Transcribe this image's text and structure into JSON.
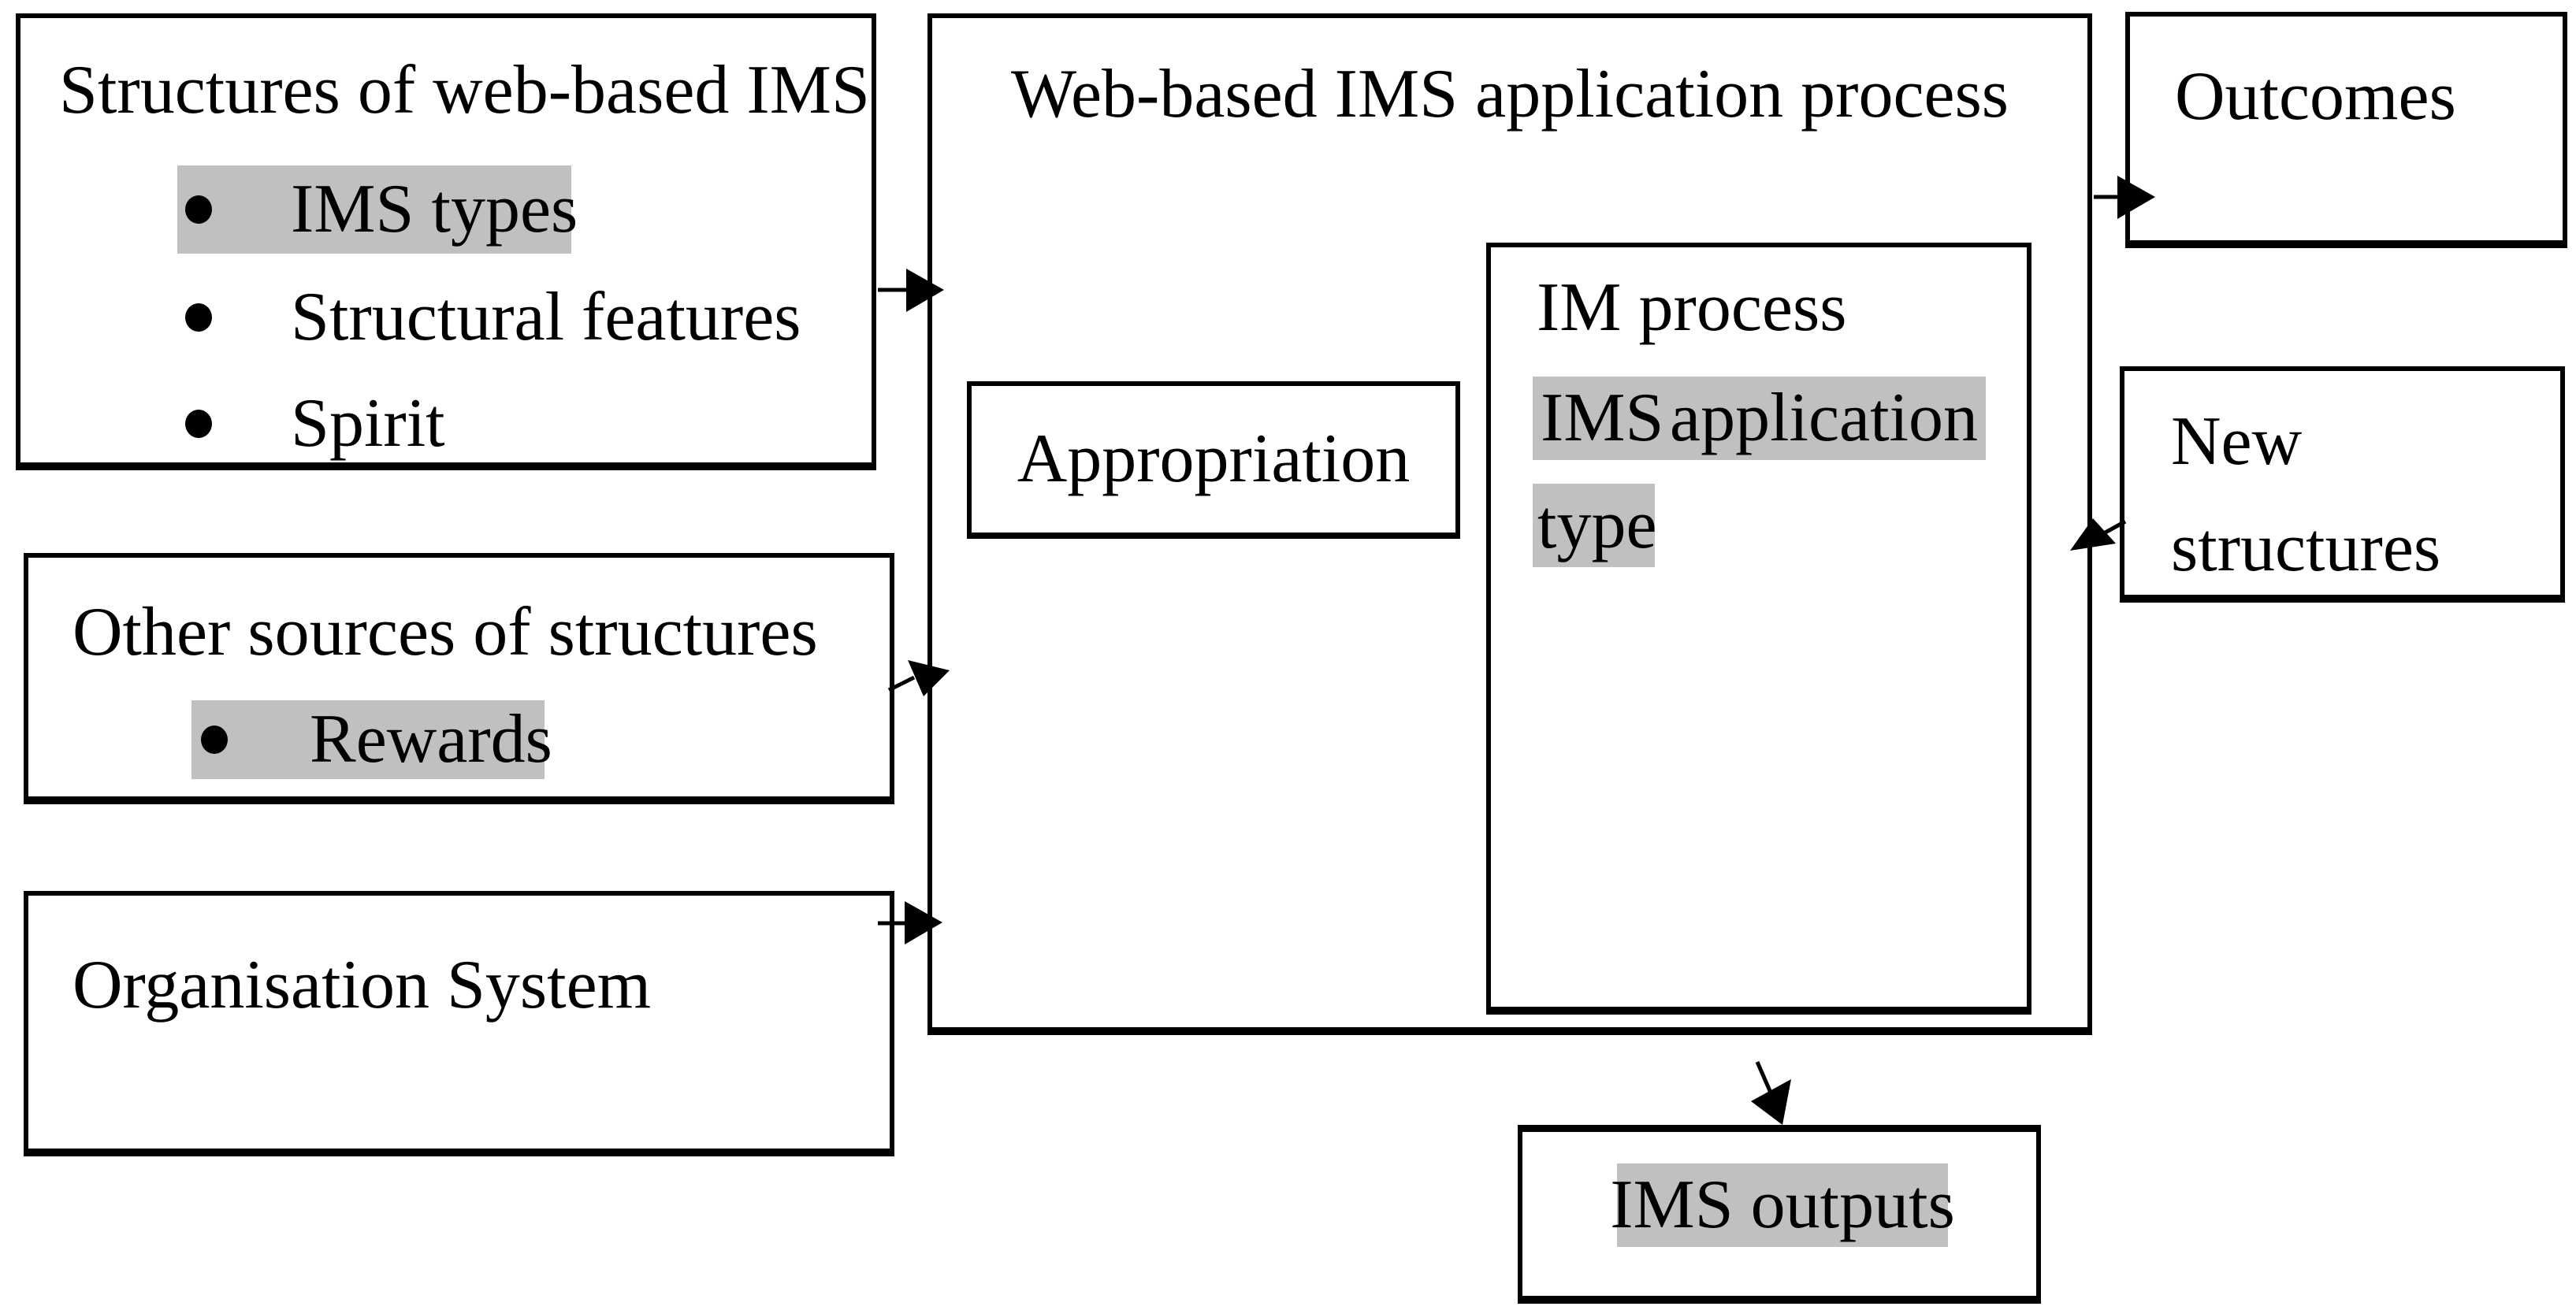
{
  "colors": {
    "highlight": "#c0c0c0",
    "line": "#000000",
    "background": "#ffffff"
  },
  "boxes": {
    "structures": {
      "title": "Structures of web-based IMS",
      "bullets": [
        {
          "label": "IMS types",
          "highlighted": true
        },
        {
          "label": "Structural features",
          "highlighted": false
        },
        {
          "label": "Spirit",
          "highlighted": false
        }
      ]
    },
    "other_sources": {
      "title": "Other sources of structures",
      "bullets": [
        {
          "label": "Rewards",
          "highlighted": true
        }
      ]
    },
    "organisation": {
      "title": "Organisation System"
    },
    "process": {
      "title": "Web-based IMS application process"
    },
    "appropriation": {
      "label": "Appropriation"
    },
    "im_process": {
      "title": "IM process",
      "highlighted_word_1": "IMS",
      "highlighted_word_2": "application",
      "highlighted_line_2": "type"
    },
    "outcomes": {
      "label": "Outcomes"
    },
    "new_structures": {
      "line1": "New",
      "line2": "structures"
    },
    "ims_outputs": {
      "label": "IMS outputs"
    }
  }
}
